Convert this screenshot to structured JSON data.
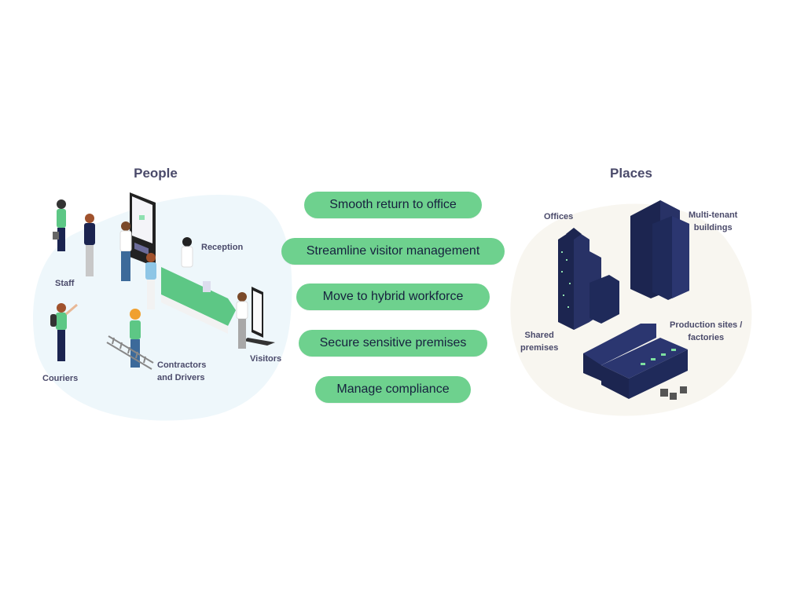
{
  "people": {
    "heading": "People",
    "labels": {
      "staff": "Staff",
      "reception": "Reception",
      "couriers": "Couriers",
      "contractors": "Contractors and Drivers",
      "contractors_line1": "Contractors",
      "contractors_line2": "and Drivers",
      "visitors": "Visitors"
    }
  },
  "use_cases": [
    "Smooth return to office",
    "Streamline visitor management",
    "Move to hybrid workforce",
    "Secure sensitive premises",
    "Manage compliance"
  ],
  "places": {
    "heading": "Places",
    "labels": {
      "offices": "Offices",
      "multi_tenant_line1": "Multi-tenant",
      "multi_tenant_line2": "buildings",
      "shared_line1": "Shared",
      "shared_line2": "premises",
      "production_line1": "Production sites /",
      "production_line2": "factories"
    }
  },
  "colors": {
    "pill": "#6ed18e",
    "pill_text": "#16213e",
    "heading_text": "#4a4a6a",
    "people_blob": "#eef7fb",
    "places_blob": "#f8f6f0",
    "building": "#1c2550"
  }
}
